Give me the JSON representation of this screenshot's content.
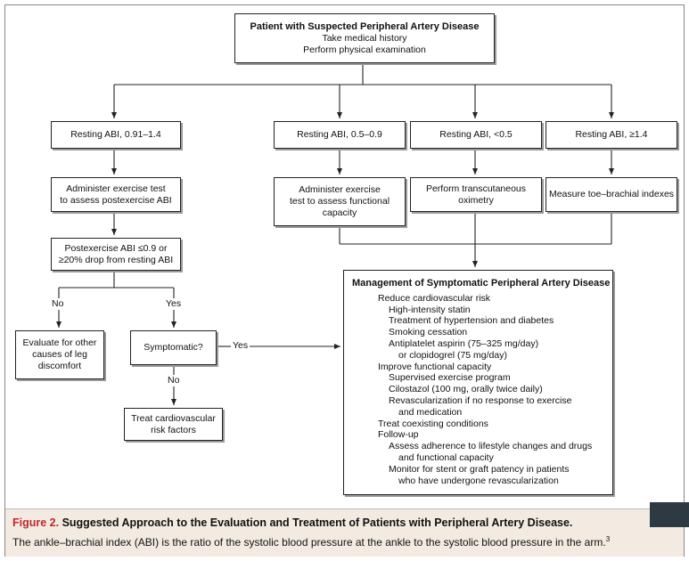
{
  "top_box": {
    "title": "Patient with Suspected Peripheral Artery Disease",
    "line1": "Take medical history",
    "line2": "Perform physical examination"
  },
  "abi_normal": "Resting ABI, 0.91–1.4",
  "abi_moderate": "Resting ABI, 0.5–0.9",
  "abi_severe": "Resting ABI, <0.5",
  "abi_high": "Resting ABI, ≥1.4",
  "exercise_test": [
    "Administer exercise test",
    "to assess postexercise ABI"
  ],
  "exercise_functional": [
    "Administer exercise",
    "test to assess functional",
    "capacity"
  ],
  "oximetry": [
    "Perform transcutaneous",
    "oximetry"
  ],
  "toe_brachial": "Measure toe–brachial indexes",
  "postexercise": [
    "Postexercise ABI ≤0.9 or",
    "≥20% drop from resting ABI"
  ],
  "no_label_1": "No",
  "yes_label_1": "Yes",
  "evaluate_other": [
    "Evaluate for other",
    "causes of leg",
    "discomfort"
  ],
  "symptomatic": "Symptomatic?",
  "yes_label_2": "Yes",
  "no_label_2": "No",
  "treat_risk": [
    "Treat cardiovascular",
    "risk factors"
  ],
  "management": {
    "title": "Management of Symptomatic Peripheral Artery Disease",
    "items": [
      {
        "level": 0,
        "text": "Reduce cardiovascular risk"
      },
      {
        "level": 1,
        "text": "High-intensity statin"
      },
      {
        "level": 1,
        "text": "Treatment of hypertension and diabetes"
      },
      {
        "level": 1,
        "text": "Smoking cessation"
      },
      {
        "level": 1,
        "text": "Antiplatelet aspirin (75–325 mg/day)"
      },
      {
        "level": 2,
        "text": "or clopidogrel (75 mg/day)"
      },
      {
        "level": 0,
        "text": "Improve functional capacity"
      },
      {
        "level": 1,
        "text": "Supervised exercise program"
      },
      {
        "level": 1,
        "text": "Cilostazol (100 mg, orally twice daily)"
      },
      {
        "level": 1,
        "text": "Revascularization if no response to exercise"
      },
      {
        "level": 2,
        "text": "and medication"
      },
      {
        "level": 0,
        "text": "Treat coexisting conditions"
      },
      {
        "level": 0,
        "text": "Follow-up"
      },
      {
        "level": 1,
        "text": "Assess adherence to lifestyle changes and drugs"
      },
      {
        "level": 2,
        "text": "and functional capacity"
      },
      {
        "level": 1,
        "text": "Monitor for stent or graft patency in patients"
      },
      {
        "level": 2,
        "text": "who have undergone revascularization"
      }
    ]
  },
  "caption": {
    "figure_label": "Figure 2.",
    "title": "Suggested Approach to the Evaluation and Treatment of Patients with Peripheral Artery Disease.",
    "text": "The ankle–brachial index (ABI) is the ratio of the systolic blood pressure at the ankle to the systolic blood pressure in the arm.",
    "ref": "3"
  },
  "colors": {
    "figure_label": "#c1272d",
    "caption_bg": "#f3ebe1",
    "corner_tab": "#2d3a44"
  }
}
